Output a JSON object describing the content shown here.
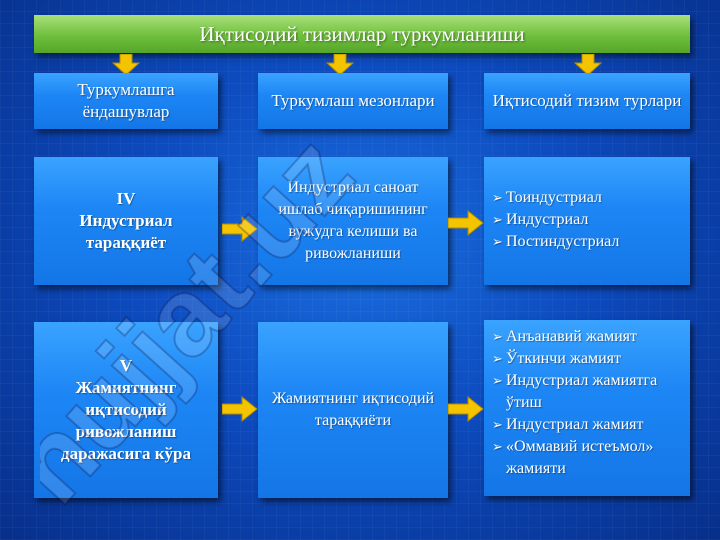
{
  "title": "Иқтисодий тизимлар туркумланиши",
  "headers": [
    "Туркумлашга ёндашувлар",
    "Туркумлаш мезонлари",
    "Иқтисодий тизим турлари"
  ],
  "row1": {
    "left_lines": [
      "IV",
      "Индустриал",
      "тараққиёт"
    ],
    "middle": "Индустриал саноат ишлаб чиқаришининг вужудга келиши ва ривожланиши",
    "items": [
      "Тоиндустриал",
      "Индустриал",
      "Постиндустриал"
    ]
  },
  "row2": {
    "left_lines": [
      "V",
      "Жамиятнинг",
      "иқтисодий",
      "ривожланиш",
      "даражасига кўра"
    ],
    "middle": "Жамиятнинг иқтисодий тараққиёти",
    "items": [
      "Анъанавий жамият",
      "Ўткинчи жамият",
      "Индустриал жамиятга ўтиш",
      "Индустриал жамият",
      "«Оммавий истеъмол» жамияти"
    ]
  },
  "bullet_glyph": "➢",
  "watermark": "hujjat.uz",
  "colors": {
    "title_green": "#6fbf3d",
    "box_blue": "#1d86f5",
    "arrow_yellow": "#f5c400",
    "background": "#0d4bbf"
  }
}
